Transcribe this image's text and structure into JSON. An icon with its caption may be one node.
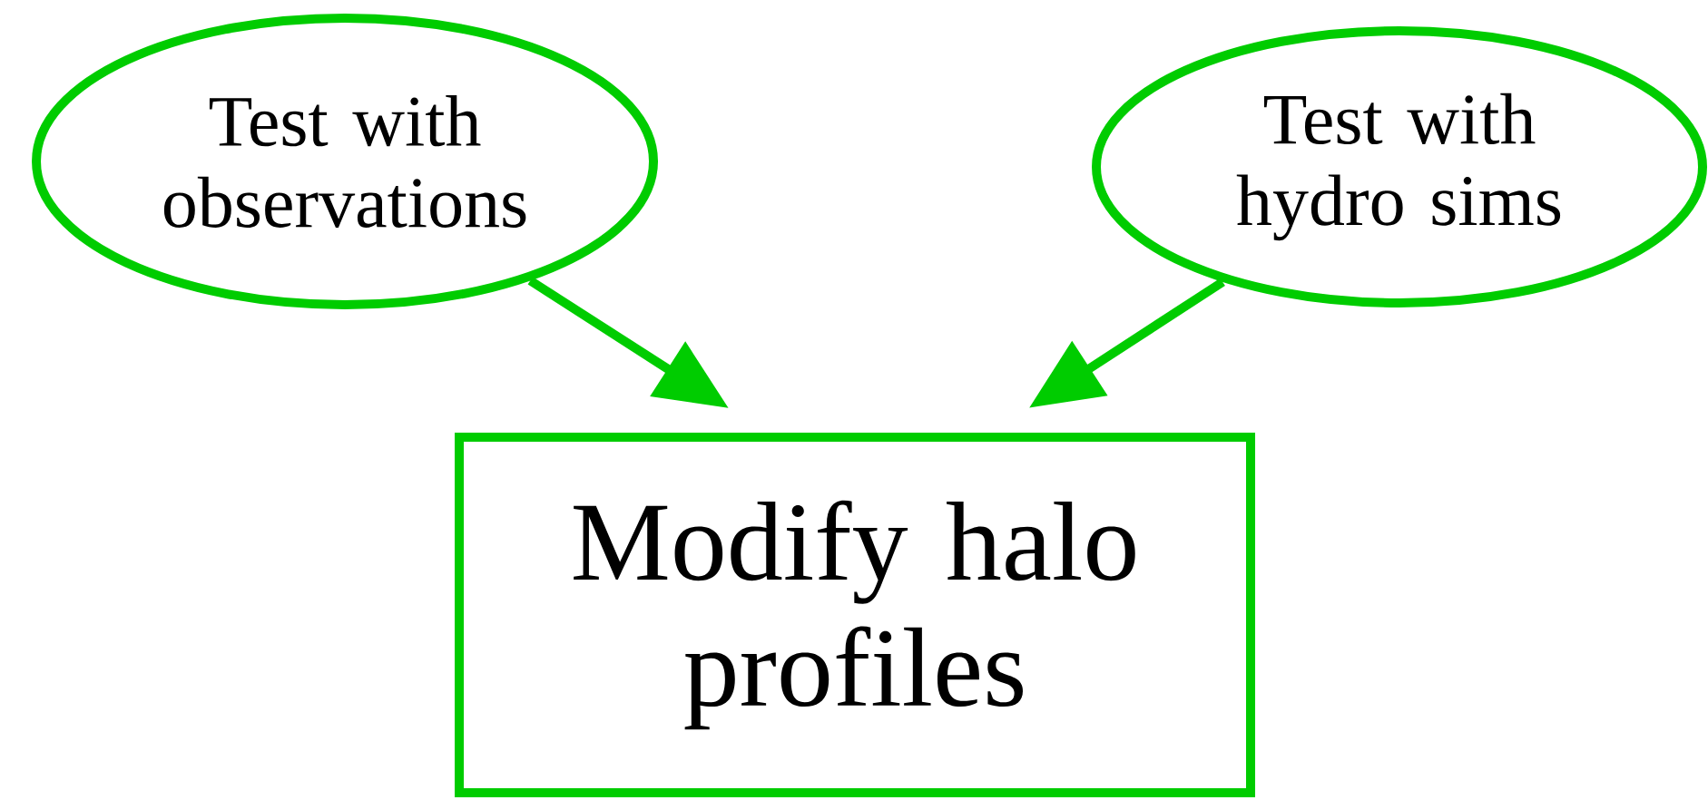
{
  "diagram": {
    "nodes": [
      {
        "text": [
          "Test with observations"
        ]
      },
      {
        "text": [
          "Test with hydro sims"
        ]
      },
      {
        "text": [
          "Modify halo profiles"
        ]
      }
    ],
    "edges": [
      {
        "from": 0,
        "to": 2,
        "arrow": "to"
      },
      {
        "from": 1,
        "to": 2,
        "arrow": "to"
      }
    ]
  }
}
